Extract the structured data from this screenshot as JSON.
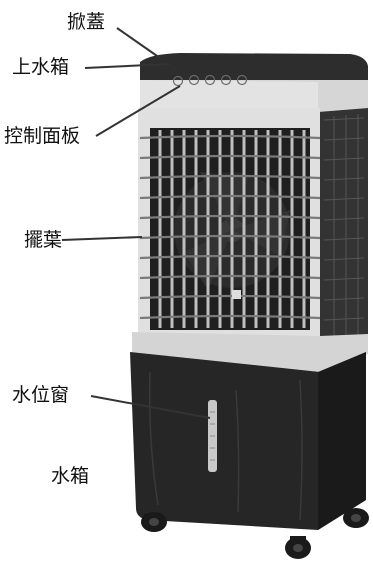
{
  "labels": {
    "lid": "掀蓋",
    "upper_tank": "上水箱",
    "control_panel": "控制面板",
    "swing_blades": "擺葉",
    "water_level_window": "水位窗",
    "water_tank": "水箱"
  },
  "colors": {
    "body_dark": "#2a2a2a",
    "body_black": "#1c1c1c",
    "frame_light": "#d9d9d9",
    "grille": "#3a3a3a",
    "leader_line": "#333333"
  }
}
